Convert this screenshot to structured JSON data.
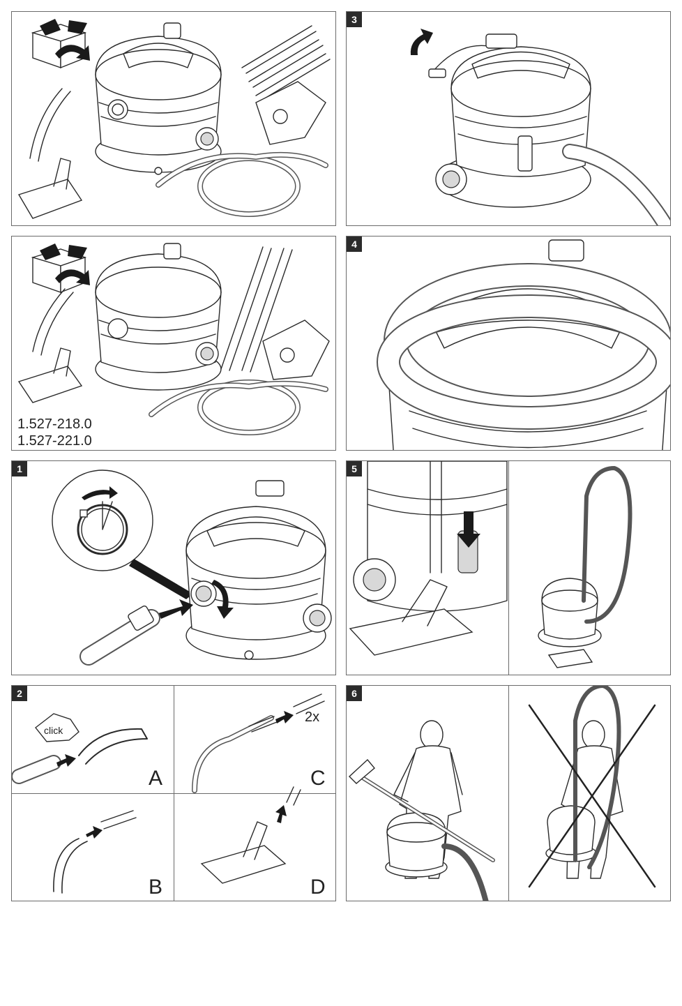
{
  "panels": {
    "unpack_a": {
      "step": ""
    },
    "unpack_b": {
      "step": "",
      "part_numbers": [
        "1.527-218.0",
        "1.527-221.0"
      ]
    },
    "step1": {
      "step": "1"
    },
    "step2": {
      "step": "2",
      "click_label": "click",
      "sub_labels": [
        "A",
        "B",
        "C",
        "D"
      ],
      "count_label": "2x"
    },
    "step3": {
      "step": "3"
    },
    "step4": {
      "step": "4"
    },
    "step5": {
      "step": "5"
    },
    "step6": {
      "step": "6"
    }
  },
  "icons": [
    "unpack-box-icon",
    "arrow-icon",
    "vacuum-cleaner-illustration",
    "cross-out-icon"
  ]
}
